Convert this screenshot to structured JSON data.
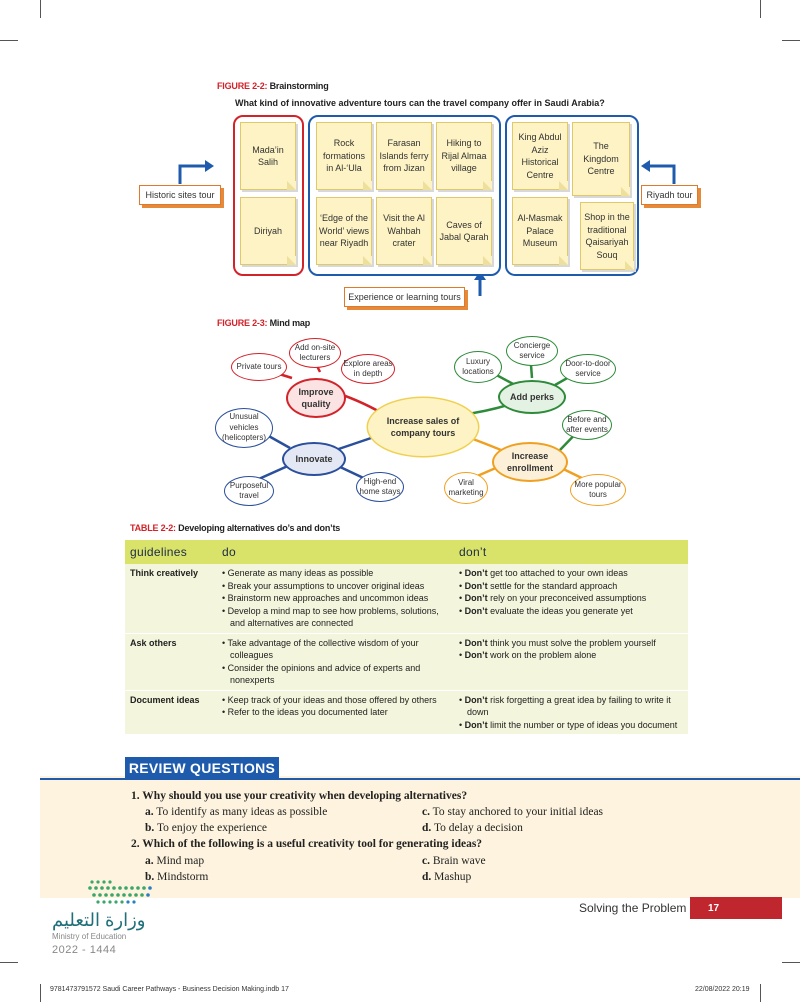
{
  "figure22": {
    "caption_label": "FIGURE 2-2:",
    "caption_title": "Brainstorming",
    "question": "What kind of innovative adventure tours can the travel company offer in Saudi Arabia?",
    "historic_label": "Historic sites tour",
    "riyadh_label": "Riyadh tour",
    "experience_label": "Experience or learning tours",
    "historic_notes": [
      "Mada’in Salih",
      "Diriyah"
    ],
    "experience_notes": [
      "Rock formations in Al-‘Ula",
      "Farasan Islands ferry from Jizan",
      "Hiking to Rijal Almaa village",
      "‘Edge of the World’ views near Riyadh",
      "Visit the Al Wahbah crater",
      "Caves of Jabal Qarah"
    ],
    "riyadh_notes": [
      "King Abdul Aziz Historical Centre",
      "The Kingdom Centre",
      "Al-Masmak Palace Museum",
      "Shop in the traditional Qaisariyah Souq"
    ]
  },
  "figure23": {
    "caption_label": "FIGURE 2-3:",
    "caption_title": "Mind map",
    "center": "Increase sales of company tours",
    "hubs": {
      "improve": "Improve quality",
      "perks": "Add perks",
      "innovate": "Innovate",
      "enroll": "Increase enrollment"
    },
    "leaves": {
      "private": "Private tours",
      "lecturers": "Add on-site lecturers",
      "explore": "Explore areas in depth",
      "luxury": "Luxury locations",
      "concierge": "Concierge service",
      "door": "Door-to-door service",
      "before": "Before and after events",
      "unusual": "Unusual vehicles (helicopters)",
      "purposeful": "Purposeful travel",
      "highend": "High-end home stays",
      "viral": "Viral marketing",
      "popular": "More popular tours"
    },
    "colors": {
      "red": "#d2232a",
      "green": "#2e8b3a",
      "blue": "#2a4f9c",
      "orange": "#f0a020"
    }
  },
  "table22": {
    "caption_label": "TABLE 2-2:",
    "caption_title": "Developing alternatives do’s and don’ts",
    "headers": [
      "guidelines",
      "do",
      "don’t"
    ],
    "rows": [
      {
        "guideline": "Think creatively",
        "do": [
          "• Generate as many ideas as possible",
          "• Break your assumptions to uncover original ideas",
          "• Brainstorm new approaches and uncommon ideas",
          "• Develop a mind map to see how problems, solutions, and alternatives are connected"
        ],
        "dont": [
          [
            "Don’t",
            " get too attached to your own ideas"
          ],
          [
            "Don’t",
            " settle for the standard approach"
          ],
          [
            "Don’t",
            " rely on your preconceived assumptions"
          ],
          [
            "Don’t",
            " evaluate the ideas you generate yet"
          ]
        ]
      },
      {
        "guideline": "Ask others",
        "do": [
          "• Take advantage of the collective wisdom of your colleagues",
          "• Consider the opinions and advice of experts and nonexperts"
        ],
        "dont": [
          [
            "Don’t",
            " think you must solve the problem yourself"
          ],
          [
            "Don’t",
            " work on the problem alone"
          ]
        ]
      },
      {
        "guideline": "Document ideas",
        "do": [
          "• Keep track of your ideas and those offered by others",
          "• Refer to the ideas you documented later"
        ],
        "dont": [
          [
            "Don’t",
            " risk forgetting a great idea by failing to write it down"
          ],
          [
            "Don’t",
            " limit the number or type of ideas you document"
          ]
        ]
      }
    ]
  },
  "review": {
    "title": "REVIEW QUESTIONS",
    "q1": "1. Why should you use your creativity when developing alternatives?",
    "q1a_l": "a.",
    "q1a": "To identify as many ideas as possible",
    "q1c_l": "c.",
    "q1c": "To stay anchored to your initial ideas",
    "q1b_l": "b.",
    "q1b": "To enjoy the experience",
    "q1d_l": "d.",
    "q1d": "To delay a decision",
    "q2": "2. Which of the following is a useful creativity tool for generating ideas?",
    "q2a_l": "a.",
    "q2a": "Mind map",
    "q2c_l": "c.",
    "q2c": "Brain wave",
    "q2b_l": "b.",
    "q2b": "Mindstorm",
    "q2d_l": "d.",
    "q2d": "Mashup"
  },
  "footer": {
    "section": "Solving the Problem",
    "page": "17",
    "ministry_ar": "وزارة التعليم",
    "ministry_en": "Ministry of Education",
    "year": "2022 - 1444",
    "slug_left": "9781473791572 Saudi Career Pathways - Business Decision Making.indb   17",
    "slug_right": "22/08/2022   20:19"
  }
}
